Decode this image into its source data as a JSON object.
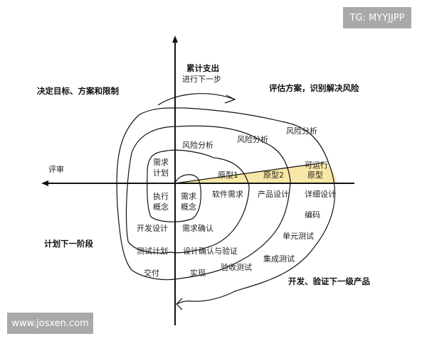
{
  "watermarks": {
    "top_right": "TG: MYYJJPP",
    "bottom_left": "www.josxen.com"
  },
  "colors": {
    "highlight": "#f8e7a6",
    "line": "#111111"
  },
  "axis": {
    "top_label_1": "累计支出",
    "top_label_2": "进行下一步",
    "left_label": "评审"
  },
  "quadrants": {
    "top_left": "决定目标、方案和限制",
    "top_right": "评估方案，识别解决风险",
    "bottom_left": "计划下一阶段",
    "bottom_right": "开发、验证下一级产品"
  },
  "labels": {
    "risk1": "风险分析",
    "risk2": "风险分析",
    "risk3": "风险分析",
    "req_plan_1": "需求",
    "req_plan_2": "计划",
    "proto1": "原型1",
    "proto2": "原型2",
    "proto3_1": "可运行",
    "proto3_2": "原型",
    "exec_1": "执行",
    "exec_2": "概念",
    "reqc_1": "需求",
    "reqc_2": "概念",
    "sw_req": "软件需求",
    "prod_design": "产品设计",
    "detail_design": "详细设计",
    "coding": "编码",
    "dev_design": "开发设计",
    "req_confirm": "需求确认",
    "unit_test": "单元测试",
    "test_plan": "测试计划",
    "design_verify": "设计确认与验证",
    "integ_test": "集成测试",
    "accept_test": "验收测试",
    "delivery": "交付",
    "implement": "实现"
  }
}
